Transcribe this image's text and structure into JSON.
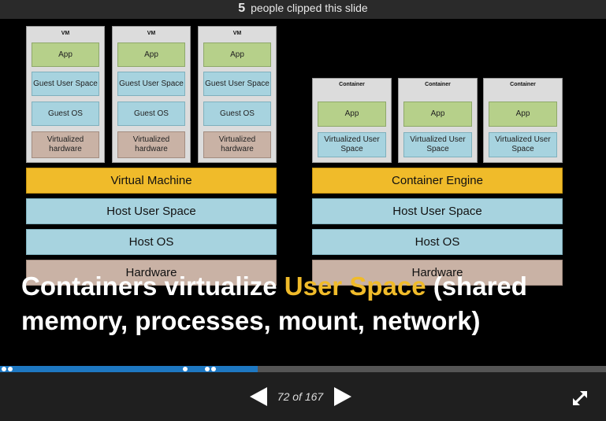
{
  "header": {
    "clip_count": "5",
    "clip_text": "people clipped this slide"
  },
  "vm_side": {
    "boxes": [
      {
        "title": "VM",
        "cells": [
          "App",
          "Guest User Space",
          "Guest OS",
          "Virtualized hardware"
        ]
      },
      {
        "title": "VM",
        "cells": [
          "App",
          "Guest User Space",
          "Guest OS",
          "Virtualized hardware"
        ]
      },
      {
        "title": "VM",
        "cells": [
          "App",
          "Guest User Space",
          "Guest OS",
          "Virtualized hardware"
        ]
      }
    ],
    "layers": [
      "Virtual Machine",
      "Host User Space",
      "Host OS",
      "Hardware"
    ]
  },
  "container_side": {
    "boxes": [
      {
        "title": "Container",
        "cells": [
          "App",
          "Virtualized User Space"
        ]
      },
      {
        "title": "Container",
        "cells": [
          "App",
          "Virtualized User Space"
        ]
      },
      {
        "title": "Container",
        "cells": [
          "App",
          "Virtualized User Space"
        ]
      }
    ],
    "layers": [
      "Container Engine",
      "Host User Space",
      "Host OS",
      "Hardware"
    ]
  },
  "caption": {
    "part1": "Containers virtualize ",
    "highlight": "User Space",
    "part2": " (shared memory, processes, mount, network)"
  },
  "progress": {
    "fraction": 0.425
  },
  "pager": {
    "text": "72 of 167"
  },
  "icons": {
    "prev": "prev-slide-icon",
    "next": "next-slide-icon",
    "fullscreen": "fullscreen-icon"
  },
  "colors": {
    "app": "#b6d08a",
    "user_space": "#a7d3df",
    "hardware": "#c9b2a5",
    "engine": "#f0bb2a",
    "progress": "#1e78c2",
    "highlight": "#f0bb2a"
  }
}
